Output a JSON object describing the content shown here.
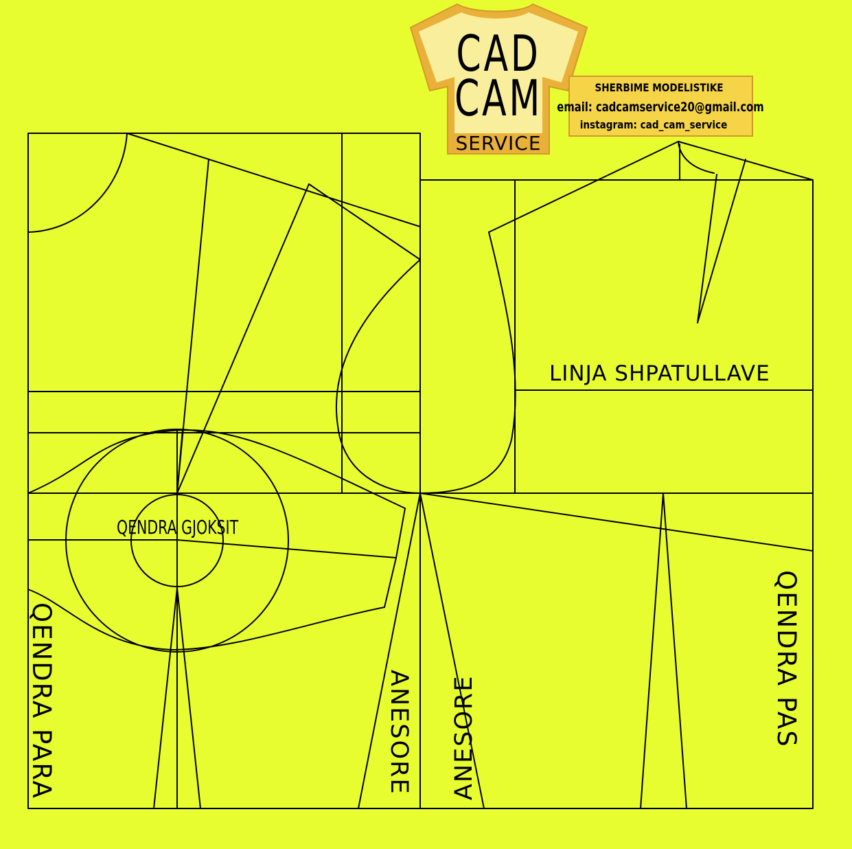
{
  "colors": {
    "background": "#e8fd30",
    "line": "#000000",
    "logo_outer": "#e9b13a",
    "logo_inner": "#f9ee9c",
    "logo_text": "#7a5a2c",
    "info_box": "#f5d447",
    "info_text": "#7a5a2c"
  },
  "logo": {
    "icon": "t-shirt-icon",
    "line1": "CAD",
    "line2": "CAM",
    "line3": "SERVICE"
  },
  "info": {
    "title": "SHERBIME MODELISTIKE",
    "email": "email: cadcamservice20@gmail.com",
    "instagram": "instagram:  cad_cam_service"
  },
  "labels": {
    "shoulder_line": "LINJA SHPATULLAVE",
    "bust_center": "QENDRA GJOKSIT",
    "front_center": "QENDRA PARA",
    "back_center": "QENDRA PAS",
    "side_front": "ANESORE",
    "side_back": "ANESORE"
  }
}
